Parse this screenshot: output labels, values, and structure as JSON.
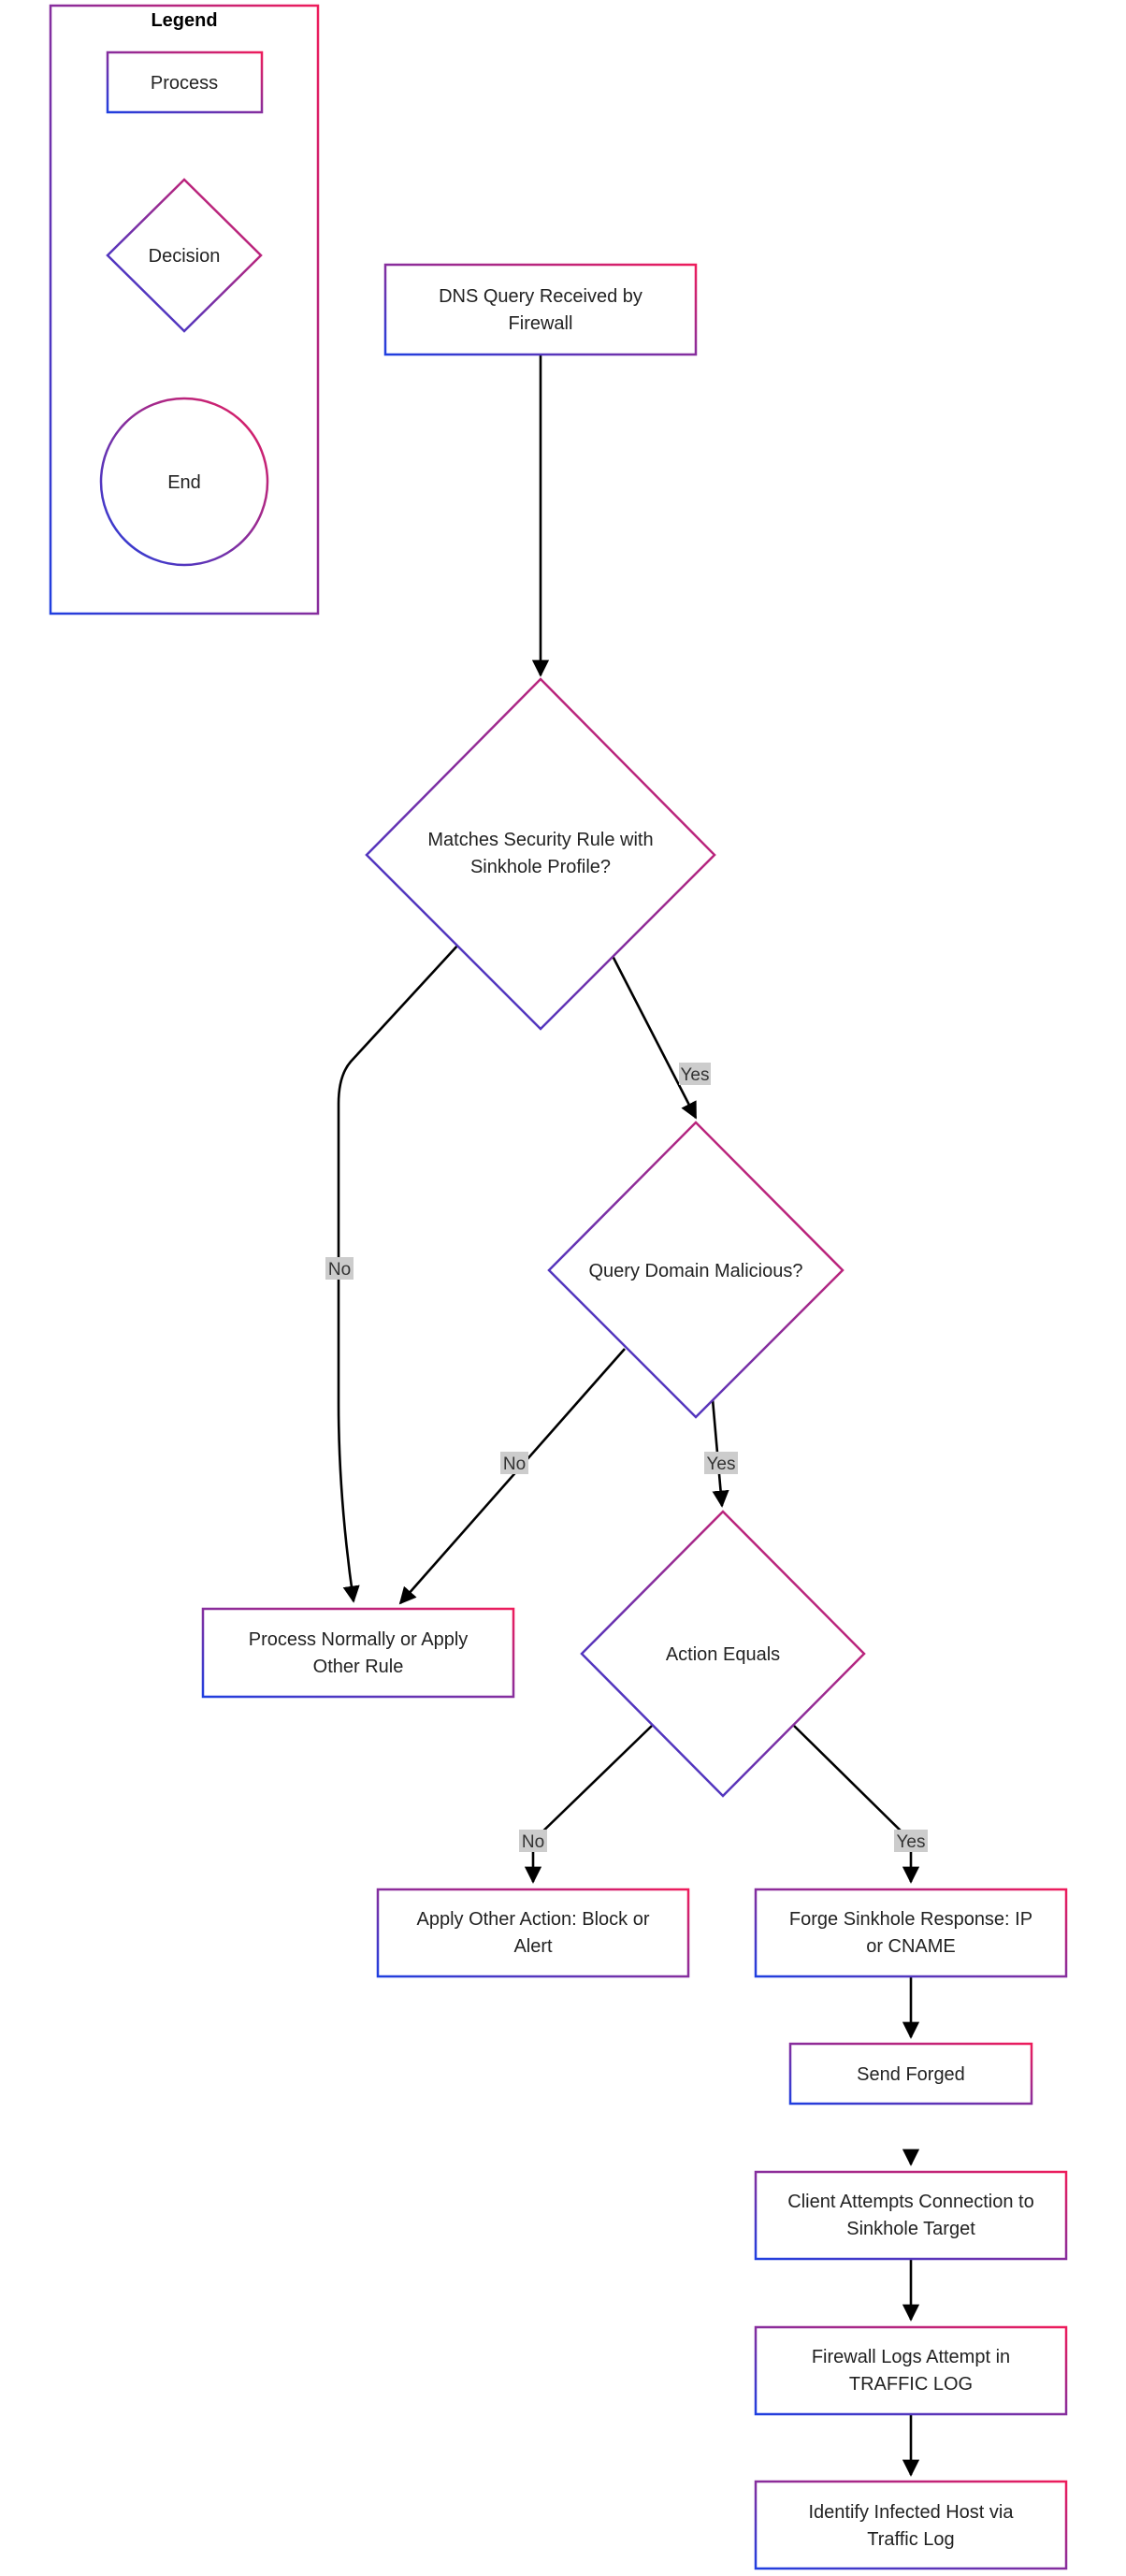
{
  "colors": {
    "gradient_start": "#1f3fe0",
    "gradient_end": "#ee1c5b",
    "edge": "#000000",
    "label_bg": "#cccccc"
  },
  "legend": {
    "title": "Legend",
    "process": "Process",
    "decision": "Decision",
    "end": "End"
  },
  "nodes": {
    "dns_query": {
      "line1": "DNS Query Received by",
      "line2": "Firewall"
    },
    "matches_rule": {
      "line1": "Matches Security Rule with",
      "line2": "Sinkhole Profile?"
    },
    "query_malicious": {
      "line1": "Query Domain Malicious?"
    },
    "action_equals": {
      "line1": "Action Equals"
    },
    "process_normally": {
      "line1": "Process Normally or Apply",
      "line2": "Other Rule"
    },
    "apply_other": {
      "line1": "Apply Other Action: Block or",
      "line2": "Alert"
    },
    "forge_response": {
      "line1": "Forge Sinkhole Response: IP",
      "line2": "or CNAME"
    },
    "send_forged": {
      "line1": "Send Forged"
    },
    "client_attempts": {
      "line1": "Client Attempts Connection to",
      "line2": "Sinkhole Target"
    },
    "firewall_logs": {
      "line1": "Firewall Logs Attempt in",
      "line2": "TRAFFIC LOG"
    },
    "identify_host": {
      "line1": "Identify Infected Host via",
      "line2": "Traffic Log"
    }
  },
  "edge_labels": {
    "rule_no": "No",
    "rule_yes": "Yes",
    "malicious_no": "No",
    "malicious_yes": "Yes",
    "action_no": "No",
    "action_yes": "Yes"
  }
}
